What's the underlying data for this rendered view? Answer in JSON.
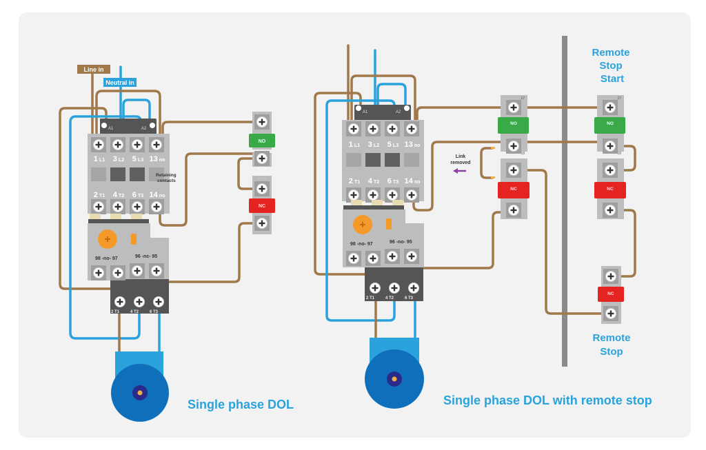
{
  "colors": {
    "line_wire": "#a0784a",
    "neutral_wire": "#2aa3dc",
    "contactor_body": "#bdbdbd",
    "coil_block": "#555555",
    "no_green": "#3aaa48",
    "nc_red": "#e52421",
    "title_blue": "#2aa3dc",
    "motor_dark": "#0f6fba",
    "motor_light": "#2aa3dc",
    "overload_orange": "#f39a2a",
    "link_arrow": "#8e3fa3"
  },
  "diagram1": {
    "title": "Single phase DOL",
    "tag_line_in": "Line in",
    "tag_neutral_in": "Neutral in",
    "coil_terminals": [
      "A1",
      "A2"
    ],
    "top_terminals": [
      {
        "num": "1",
        "sub": "L1"
      },
      {
        "num": "3",
        "sub": "L2"
      },
      {
        "num": "5",
        "sub": "L3"
      },
      {
        "num": "13",
        "sub": "no"
      }
    ],
    "bottom_terminals": [
      {
        "num": "2",
        "sub": "T1"
      },
      {
        "num": "4",
        "sub": "T2"
      },
      {
        "num": "6",
        "sub": "T3"
      },
      {
        "num": "14",
        "sub": "no"
      }
    ],
    "retaining_label": [
      "Retaining",
      "contacts"
    ],
    "overload_labels": [
      "98 -no- 97",
      "96 -nc- 95"
    ],
    "overload_outputs": [
      {
        "num": "2",
        "sub": "T1"
      },
      {
        "num": "4",
        "sub": "T2"
      },
      {
        "num": "6",
        "sub": "T3"
      }
    ],
    "button_no": "NO",
    "button_nc": "NC"
  },
  "diagram2": {
    "title": "Single phase DOL with remote stop",
    "coil_terminals": [
      "A1",
      "A2"
    ],
    "top_terminals": [
      {
        "num": "1",
        "sub": "L1"
      },
      {
        "num": "3",
        "sub": "L2"
      },
      {
        "num": "5",
        "sub": "L3"
      },
      {
        "num": "13",
        "sub": "no"
      }
    ],
    "bottom_terminals": [
      {
        "num": "2",
        "sub": "T1"
      },
      {
        "num": "4",
        "sub": "T2"
      },
      {
        "num": "6",
        "sub": "T3"
      },
      {
        "num": "14",
        "sub": "no"
      }
    ],
    "overload_labels": [
      "98 -no- 97",
      "96 -no- 95"
    ],
    "overload_outputs": [
      {
        "num": "2",
        "sub": "T1"
      },
      {
        "num": "4",
        "sub": "T2"
      },
      {
        "num": "6",
        "sub": "T3"
      }
    ],
    "link_removed": [
      "Link",
      "removed"
    ],
    "local_station": {
      "no": "NO",
      "nc": "NC",
      "term_top": "17",
      "term_mid": "18"
    },
    "remote_station": {
      "title": [
        "Remote",
        "Stop",
        "Start"
      ],
      "no": "NO",
      "nc": "NC",
      "term_top": "17",
      "term_mid": "18"
    },
    "remote_stop": {
      "title": [
        "Remote",
        "Stop"
      ],
      "nc": "NC"
    }
  }
}
